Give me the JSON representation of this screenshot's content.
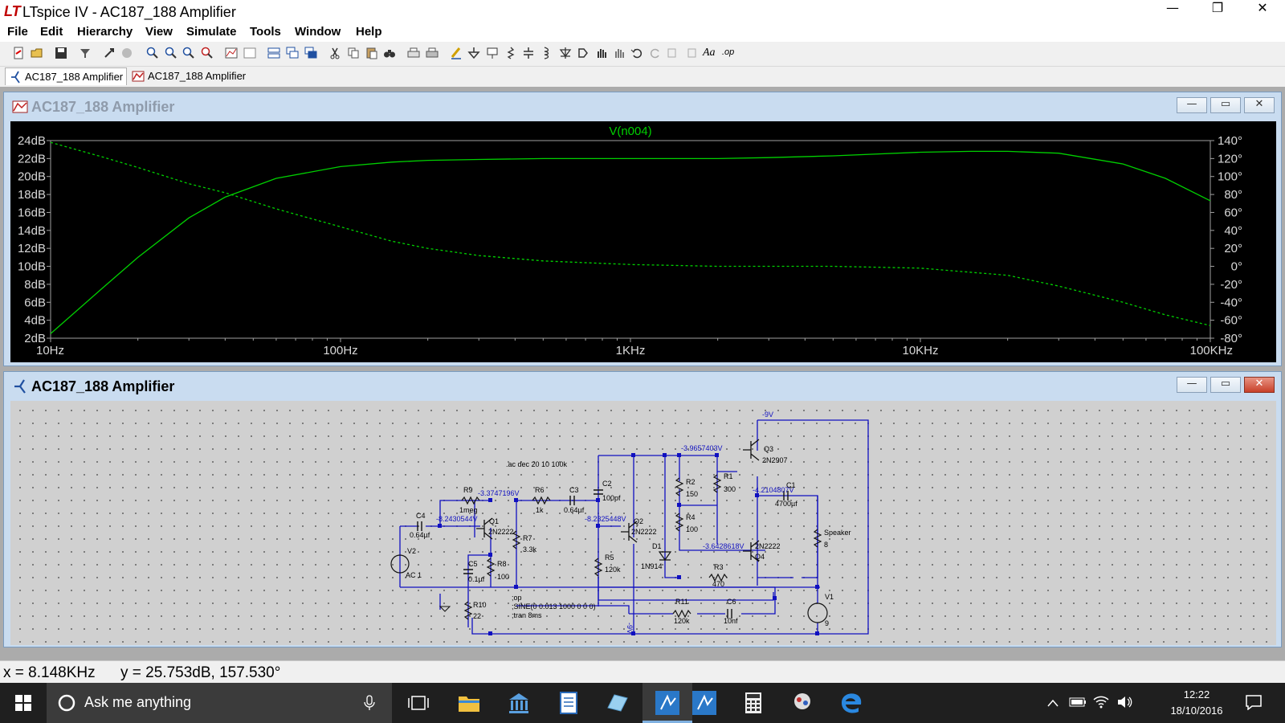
{
  "app": {
    "title": "LTspice IV - AC187_188 Amplifier",
    "logo": "LT"
  },
  "window_controls": {
    "minimize": "—",
    "restore": "❐",
    "close": "✕"
  },
  "menu": [
    "File",
    "Edit",
    "Hierarchy",
    "View",
    "Simulate",
    "Tools",
    "Window",
    "Help"
  ],
  "tabs": [
    {
      "label": "AC187_188 Amplifier",
      "icon": "schematic-icon",
      "active": true
    },
    {
      "label": "AC187_188 Amplifier",
      "icon": "waveform-icon",
      "active": false
    }
  ],
  "plot_window": {
    "title": "AC187_188 Amplifier",
    "icon": "waveform-icon"
  },
  "schematic_window": {
    "title": "AC187_188 Amplifier",
    "icon": "schematic-icon"
  },
  "subwindow_buttons": {
    "minimize": "—",
    "restore": "▭",
    "close": "✕"
  },
  "chart_data": {
    "type": "line",
    "trace_label": "V(n004)",
    "trace_color": "#00d000",
    "background": "#000000",
    "x_scale": "log",
    "xlim": [
      10,
      100000
    ],
    "x_ticks": [
      10,
      100,
      1000,
      10000,
      100000
    ],
    "x_tick_labels": [
      "10Hz",
      "100Hz",
      "1KHz",
      "10KHz",
      "100KHz"
    ],
    "ylim": [
      2,
      24
    ],
    "y_ticks": [
      24,
      22,
      20,
      18,
      16,
      14,
      12,
      10,
      8,
      6,
      4,
      2
    ],
    "y_tick_labels": [
      "24dB",
      "22dB",
      "20dB",
      "18dB",
      "16dB",
      "14dB",
      "12dB",
      "10dB",
      "8dB",
      "6dB",
      "4dB",
      "2dB"
    ],
    "y2lim": [
      -80,
      140
    ],
    "y2_ticks": [
      140,
      120,
      100,
      80,
      60,
      40,
      20,
      0,
      -20,
      -40,
      -60,
      -80
    ],
    "y2_tick_labels": [
      "140°",
      "120°",
      "100°",
      "80°",
      "60°",
      "40°",
      "20°",
      "0°",
      "-20°",
      "-40°",
      "-60°",
      "-80°"
    ],
    "series": [
      {
        "role": "magnitude",
        "style": "solid",
        "x": [
          10,
          15,
          20,
          30,
          40,
          60,
          100,
          150,
          200,
          300,
          500,
          1000,
          2000,
          3000,
          5000,
          10000,
          15000,
          20000,
          30000,
          50000,
          70000,
          100000
        ],
        "y": [
          2.5,
          7.5,
          11.0,
          15.4,
          17.7,
          19.8,
          21.1,
          21.6,
          21.8,
          21.9,
          22.0,
          22.0,
          22.0,
          22.1,
          22.3,
          22.7,
          22.8,
          22.8,
          22.6,
          21.4,
          19.8,
          17.3
        ]
      },
      {
        "role": "phase",
        "style": "dashed",
        "x": [
          10,
          15,
          20,
          30,
          40,
          60,
          100,
          150,
          200,
          300,
          500,
          1000,
          2000,
          3000,
          5000,
          10000,
          20000,
          30000,
          50000,
          70000,
          100000
        ],
        "y": [
          138,
          122,
          110,
          92,
          82,
          64,
          44,
          28,
          20,
          12,
          6,
          2,
          0,
          0,
          0,
          -2,
          -10,
          -22,
          -40,
          -54,
          -66
        ]
      }
    ]
  },
  "schematic": {
    "directive_ac": ".ac dec 20 10 100k",
    "directive_op": ";op",
    "directive_sine": ";SINE(0 0.013 1000 0 0 0)",
    "directive_tran": ";tran 8ms",
    "components": [
      {
        "ref": "R9",
        "value": "1meg"
      },
      {
        "ref": "R6",
        "value": "1k"
      },
      {
        "ref": "C3",
        "value": "0.64µf"
      },
      {
        "ref": "C2",
        "value": "100pf"
      },
      {
        "ref": "C4",
        "value": "0.64µf"
      },
      {
        "ref": "Q1",
        "value": "2N2222"
      },
      {
        "ref": "R7",
        "value": "3.3k"
      },
      {
        "ref": "C5",
        "value": "0.1µf"
      },
      {
        "ref": "R8",
        "value": "100"
      },
      {
        "ref": "R10",
        "value": "22"
      },
      {
        "ref": "V2",
        "value": "AC 1"
      },
      {
        "ref": "Q2",
        "value": "2N2222"
      },
      {
        "ref": "R5",
        "value": "120k"
      },
      {
        "ref": "D1",
        "value": "1N914"
      },
      {
        "ref": "R2",
        "value": "150"
      },
      {
        "ref": "R4",
        "value": "100"
      },
      {
        "ref": "R1",
        "value": "300"
      },
      {
        "ref": "Q3",
        "value": "2N2907"
      },
      {
        "ref": "Q4",
        "value": "2N2222"
      },
      {
        "ref": "C1",
        "value": "4700µf"
      },
      {
        "ref": "Speaker",
        "value": "8"
      },
      {
        "ref": "R3",
        "value": "470"
      },
      {
        "ref": "R11",
        "value": "120k"
      },
      {
        "ref": "C6",
        "value": "10nf"
      },
      {
        "ref": "V1",
        "value": "9"
      }
    ],
    "node_voltages": {
      "n1": "-3.3747196V",
      "n2": "-8.2430544V",
      "n3": "-8.2325448V",
      "n4": "-3.9657403V",
      "n5": "-4.2104807V",
      "n6": "-3.6428618V",
      "rail": "-9V",
      "rail_vert": "-9V"
    }
  },
  "status": {
    "x_readout": "x = 8.148KHz",
    "y_readout": "y = 25.753dB, 157.530°"
  },
  "taskbar": {
    "search_placeholder": "Ask me anything",
    "time": "12:22",
    "date": "18/10/2016",
    "pinned": [
      "task-view-icon",
      "file-explorer-icon",
      "library-icon",
      "document-icon",
      "folder-icon",
      "ltspice-iv-icon",
      "ltspice-xvii-icon",
      "calculator-icon",
      "network-icon",
      "edge-icon"
    ],
    "tray": [
      "chevron-up-icon",
      "battery-icon",
      "wifi-icon",
      "volume-icon"
    ]
  }
}
